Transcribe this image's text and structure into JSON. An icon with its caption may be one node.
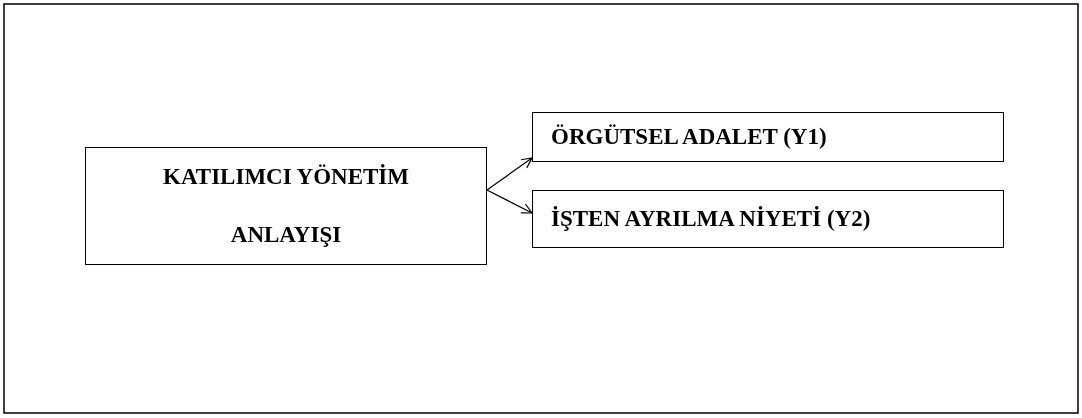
{
  "diagram": {
    "nodes": [
      {
        "text": [
          "KATILIMCI YÖNETİM ANLAYIŞI"
        ]
      },
      {
        "text": [
          "ÖRGÜTSEL ADALET (Y1)"
        ]
      },
      {
        "text": [
          "İŞTEN AYRILMA NİYETİ (Y2)"
        ]
      }
    ],
    "edges": [
      {
        "from": 0,
        "to": 1,
        "arrow": "to"
      },
      {
        "from": 0,
        "to": 2,
        "arrow": "to"
      }
    ]
  }
}
